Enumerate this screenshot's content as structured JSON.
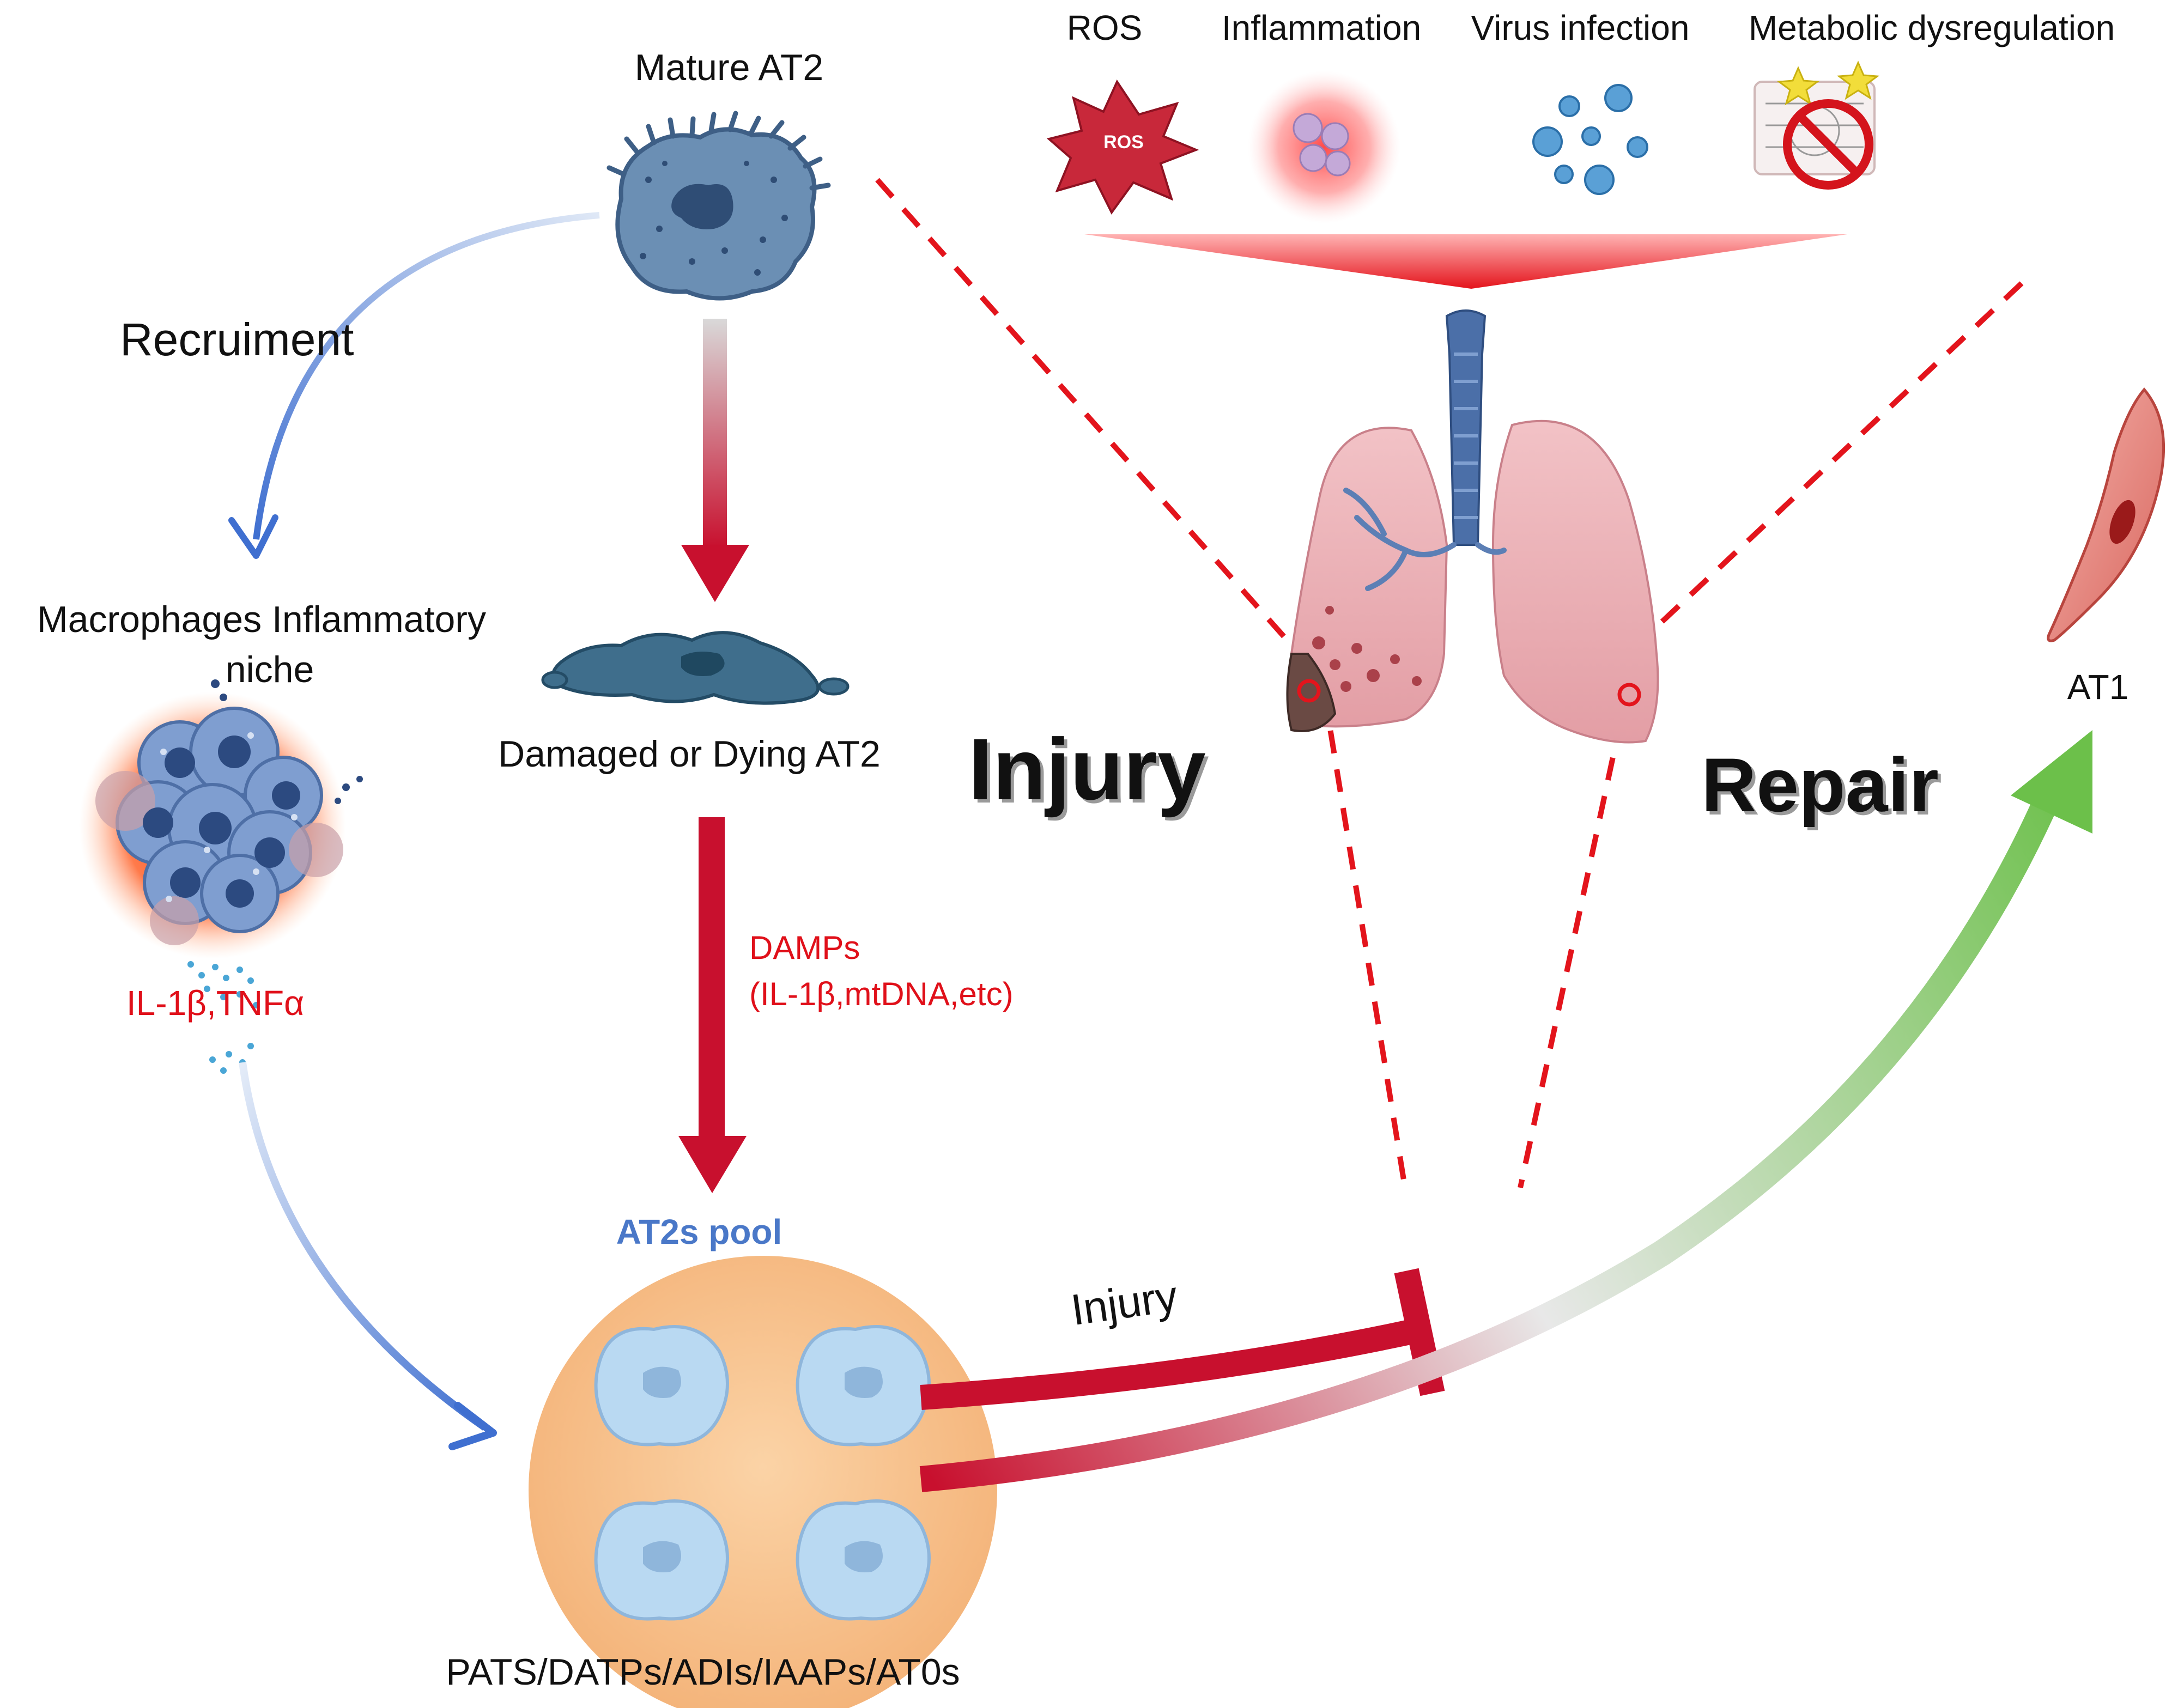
{
  "labels": {
    "mature_at2": "Mature AT2",
    "recruitment": "Recruiment",
    "macrophages_line1": "Macrophages Inflammatory",
    "macrophages_line2": "niche",
    "cytokines": "IL-1β,TNFα",
    "damaged_at2": "Damaged or Dying AT2",
    "damps_line1": "DAMPs",
    "damps_line2": "(IL-1β,mtDNA,etc)",
    "at2s_pool": "AT2s pool",
    "pool_subtypes": "PATS/DATPs/ADIs/IAAPs/AT0s",
    "injury_big": "Injury",
    "repair_big": "Repair",
    "injury_arrow": "Injury",
    "at1": "AT1",
    "ros_badge": "ROS"
  },
  "stressors": [
    {
      "label": "ROS"
    },
    {
      "label": "Inflammation"
    },
    {
      "label": "Virus infection"
    },
    {
      "label": "Metabolic dysregulation"
    }
  ],
  "colors": {
    "red_arrow": "#c8102e",
    "dashed_red": "#e3141c",
    "blue_arrow": "#4a78c8",
    "green_arrow": "#6cc04a",
    "at2_cell": "#5f86ad",
    "pool_fill": "#f7c28a"
  }
}
